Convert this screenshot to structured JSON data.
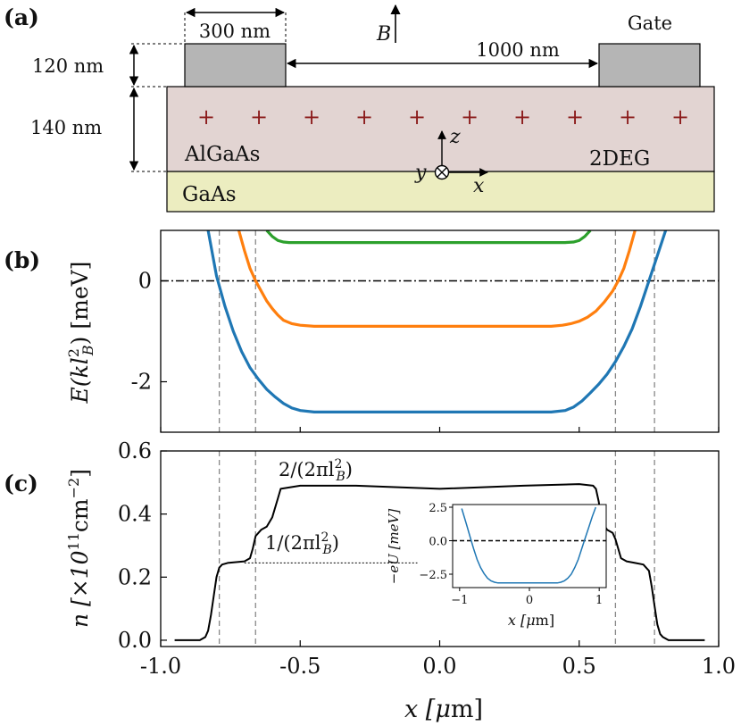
{
  "panel_a": {
    "label": "(a)",
    "gate_width": "300 nm",
    "gap": "1000 nm",
    "gate_label": "Gate",
    "gate_height": "120 nm",
    "algaas_thickness": "140 nm",
    "algaas_label": "AlGaAs",
    "gaas_label": "GaAs",
    "twodeg_label": "2DEG",
    "field_label": "B",
    "axis_x": "x",
    "axis_y": "y",
    "axis_z": "z",
    "plus_symbol": "+",
    "colors": {
      "gate": "#b5b5b5",
      "algaas": "#e2d4d2",
      "gaas": "#ecedc0",
      "plus": "#8b1a1a"
    }
  },
  "chart_data": [
    {
      "panel": "(b)",
      "type": "line",
      "ylabel_main": "E(kl",
      "ylabel_sup": "2",
      "ylabel_sub": "B",
      "ylabel_tail": ") [meV]",
      "xlim": [
        -1.0,
        1.0
      ],
      "ylim": [
        -3.0,
        1.0
      ],
      "yticks": [
        "0",
        "-2"
      ],
      "reference_line_y": 0,
      "vlines_x": [
        -0.79,
        -0.66,
        0.63,
        0.77
      ],
      "series": [
        {
          "color": "#1f77b4",
          "x": [
            -0.83,
            -0.8,
            -0.77,
            -0.74,
            -0.71,
            -0.68,
            -0.65,
            -0.62,
            -0.59,
            -0.56,
            -0.53,
            -0.5,
            -0.45,
            0,
            0.4,
            0.45,
            0.48,
            0.51,
            0.54,
            0.57,
            0.6,
            0.63,
            0.66,
            0.69,
            0.72,
            0.75,
            0.78,
            0.81
          ],
          "y": [
            1.0,
            0.1,
            -0.5,
            -1.0,
            -1.4,
            -1.72,
            -1.95,
            -2.15,
            -2.3,
            -2.43,
            -2.52,
            -2.57,
            -2.6,
            -2.6,
            -2.6,
            -2.57,
            -2.5,
            -2.38,
            -2.22,
            -2.05,
            -1.85,
            -1.6,
            -1.3,
            -0.95,
            -0.5,
            0.0,
            0.5,
            1.0
          ]
        },
        {
          "color": "#ff7f0e",
          "x": [
            -0.72,
            -0.7,
            -0.68,
            -0.66,
            -0.64,
            -0.62,
            -0.6,
            -0.58,
            -0.56,
            -0.53,
            -0.5,
            -0.45,
            0,
            0.4,
            0.44,
            0.47,
            0.5,
            0.53,
            0.56,
            0.59,
            0.62,
            0.64,
            0.66,
            0.68,
            0.7
          ],
          "y": [
            1.0,
            0.6,
            0.25,
            0.0,
            -0.2,
            -0.4,
            -0.55,
            -0.68,
            -0.78,
            -0.85,
            -0.88,
            -0.9,
            -0.9,
            -0.9,
            -0.88,
            -0.85,
            -0.8,
            -0.72,
            -0.6,
            -0.42,
            -0.2,
            0.0,
            0.25,
            0.6,
            1.0
          ]
        },
        {
          "color": "#2ca02c",
          "x": [
            -0.62,
            -0.6,
            -0.58,
            -0.56,
            -0.54,
            -0.5,
            0,
            0.45,
            0.48,
            0.5,
            0.52,
            0.54
          ],
          "y": [
            1.0,
            0.88,
            0.8,
            0.77,
            0.76,
            0.76,
            0.76,
            0.76,
            0.77,
            0.8,
            0.88,
            1.0
          ]
        }
      ]
    },
    {
      "panel": "(c)",
      "type": "line",
      "ylabel_main": "n [×10",
      "ylabel_sup": "11",
      "ylabel_tail": "cm",
      "ylabel_sup2": "−2",
      "ylabel_end": "]",
      "xlabel_main": "x [",
      "xlabel_mu": "μ",
      "xlabel_tail": "m]",
      "xlim": [
        -1.0,
        1.0
      ],
      "ylim": [
        -0.02,
        0.6
      ],
      "xticks": [
        "-1.0",
        "-0.5",
        "0.0",
        "0.5",
        "1.0"
      ],
      "yticks": [
        "0.0",
        "0.2",
        "0.4",
        "0.6"
      ],
      "vlines_x": [
        -0.79,
        -0.66,
        0.63,
        0.77
      ],
      "annotation_upper": "2/(2πl",
      "annotation_lower": "1/(2πl",
      "annotation_sup": "2",
      "annotation_sub": "B",
      "annotation_end": ")",
      "reference_density_y": 0.245,
      "series": [
        {
          "color": "#000000",
          "x": [
            -0.95,
            -0.86,
            -0.84,
            -0.83,
            -0.82,
            -0.81,
            -0.8,
            -0.79,
            -0.78,
            -0.76,
            -0.7,
            -0.68,
            -0.67,
            -0.66,
            -0.65,
            -0.64,
            -0.62,
            -0.6,
            -0.58,
            -0.57,
            -0.5,
            -0.3,
            0,
            0.3,
            0.5,
            0.55,
            0.56,
            0.57,
            0.58,
            0.6,
            0.62,
            0.63,
            0.64,
            0.65,
            0.67,
            0.7,
            0.73,
            0.75,
            0.76,
            0.77,
            0.78,
            0.79,
            0.8,
            0.82,
            0.95
          ],
          "y": [
            0.0,
            0.0,
            0.01,
            0.03,
            0.08,
            0.14,
            0.2,
            0.23,
            0.24,
            0.245,
            0.25,
            0.26,
            0.29,
            0.33,
            0.34,
            0.35,
            0.36,
            0.39,
            0.45,
            0.48,
            0.49,
            0.49,
            0.48,
            0.49,
            0.495,
            0.49,
            0.48,
            0.44,
            0.38,
            0.35,
            0.34,
            0.32,
            0.29,
            0.26,
            0.25,
            0.245,
            0.24,
            0.22,
            0.17,
            0.11,
            0.05,
            0.02,
            0.01,
            0.0,
            0.0
          ]
        }
      ],
      "inset": {
        "type": "line",
        "xlabel_main": "x [",
        "xlabel_mu": "μ",
        "xlabel_tail": "m]",
        "ylabel_main": "−eU [meV]",
        "xlim": [
          -1.1,
          1.1
        ],
        "ylim": [
          -3.5,
          2.7
        ],
        "xticks": [
          "−1",
          "0",
          "1"
        ],
        "yticks": [
          "2.5",
          "0.0",
          "−2.5"
        ],
        "reference_line_y": 0,
        "series": [
          {
            "color": "#1f77b4",
            "x": [
              -0.97,
              -0.9,
              -0.85,
              -0.8,
              -0.75,
              -0.7,
              -0.65,
              -0.6,
              -0.55,
              -0.5,
              -0.45,
              0,
              0.4,
              0.45,
              0.5,
              0.55,
              0.6,
              0.65,
              0.7,
              0.75,
              0.8,
              0.85,
              0.9,
              0.95
            ],
            "y": [
              2.4,
              1.2,
              0.3,
              -0.6,
              -1.4,
              -2.0,
              -2.45,
              -2.8,
              -3.0,
              -3.1,
              -3.15,
              -3.15,
              -3.15,
              -3.1,
              -3.0,
              -2.8,
              -2.5,
              -2.0,
              -1.4,
              -0.6,
              0.2,
              1.0,
              1.8,
              2.5
            ]
          }
        ]
      }
    }
  ]
}
